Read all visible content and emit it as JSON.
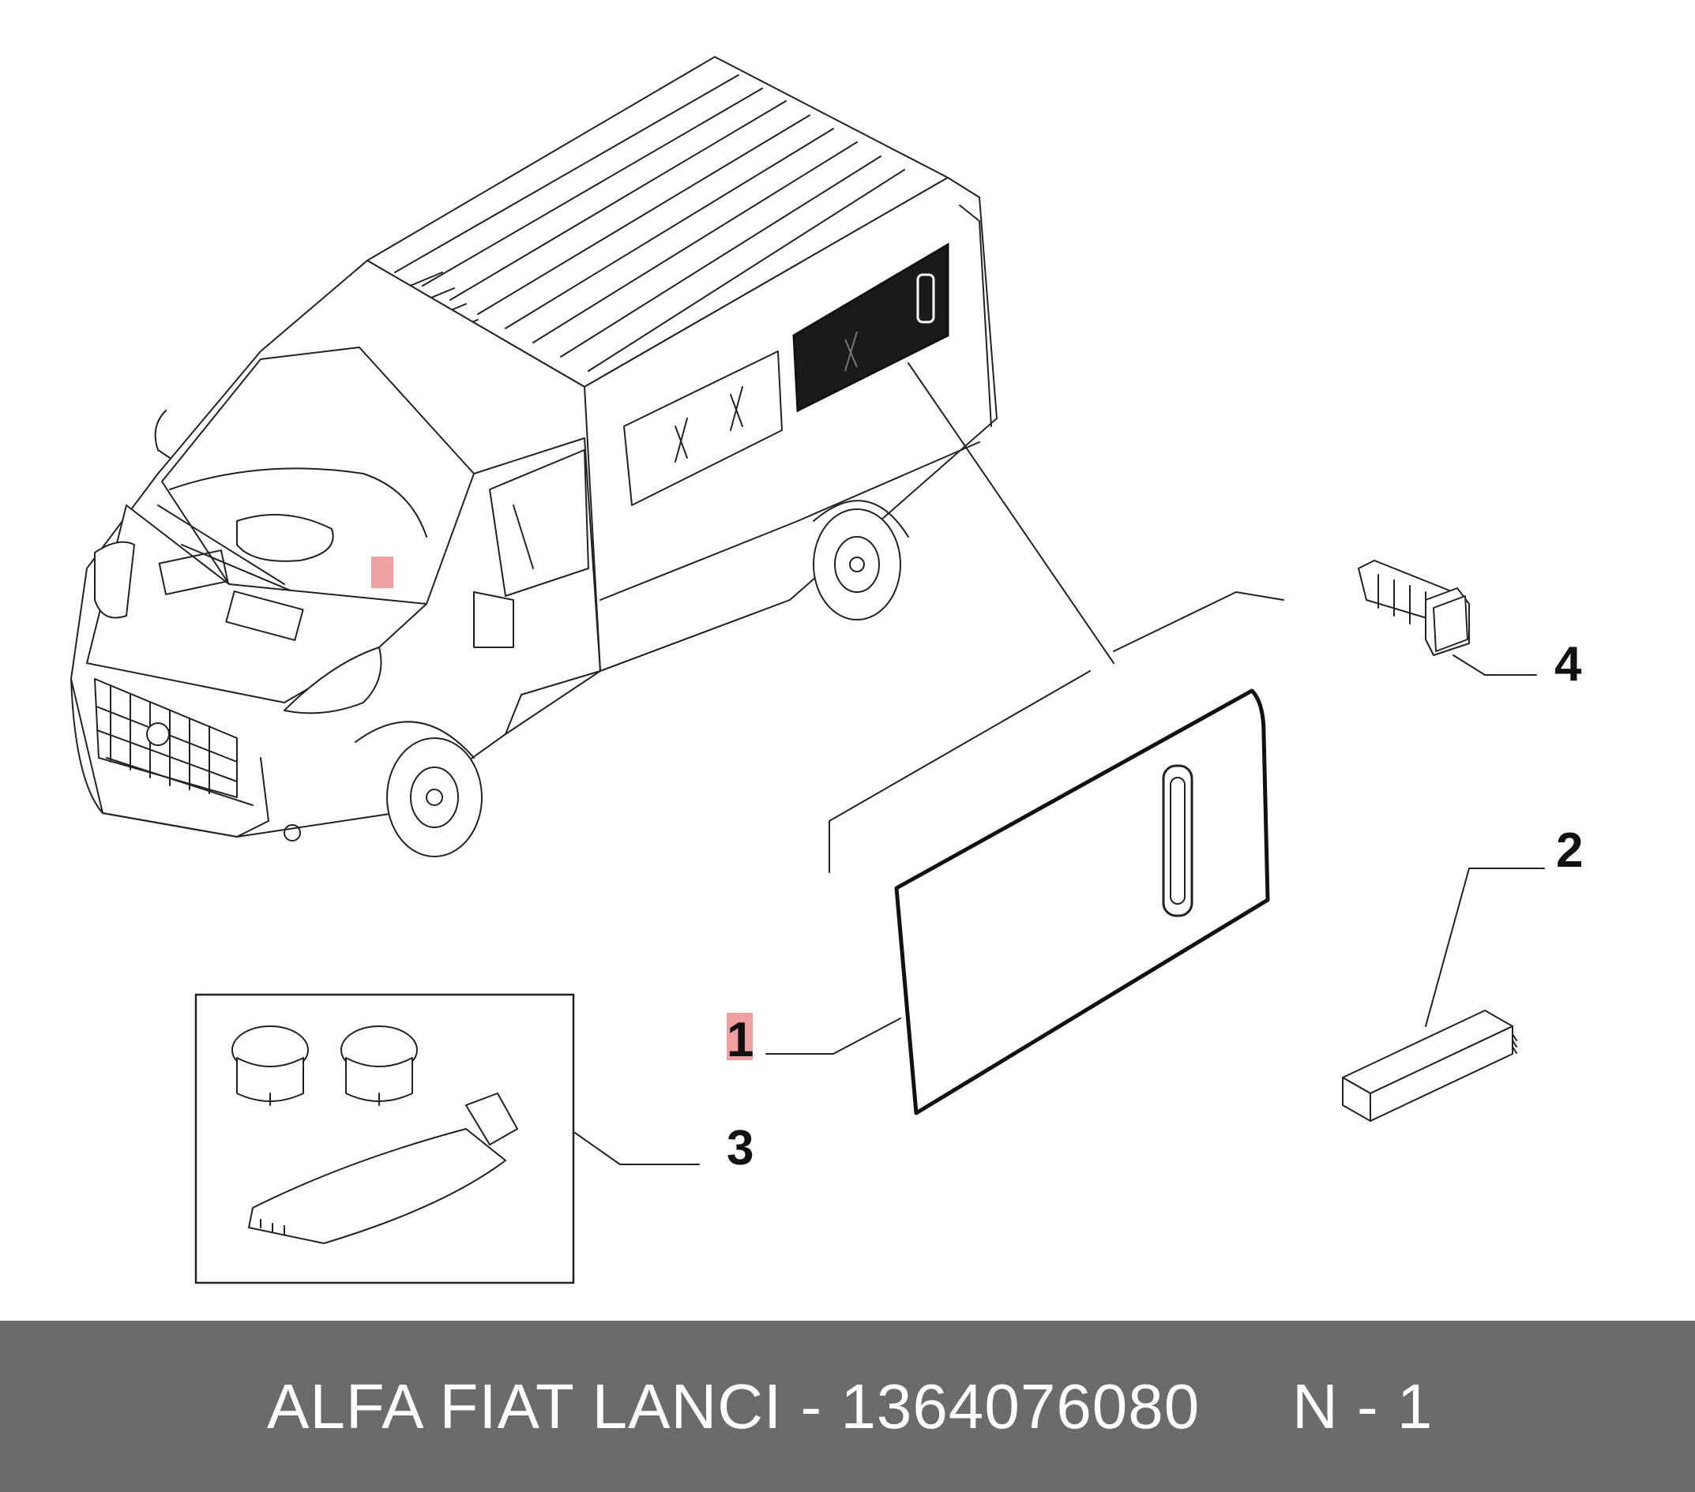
{
  "callouts": {
    "c1": "1",
    "c2": "2",
    "c3": "3",
    "c4": "4"
  },
  "footer": {
    "part_text": "ALFA FIAT LANCI - 1364076080",
    "qty_text": "N - 1"
  },
  "colors": {
    "footer_bg": "#6b6b6b",
    "footer_text": "#ffffff",
    "highlight": "#f0a0a0",
    "window_glass": "#1a1a1a"
  }
}
